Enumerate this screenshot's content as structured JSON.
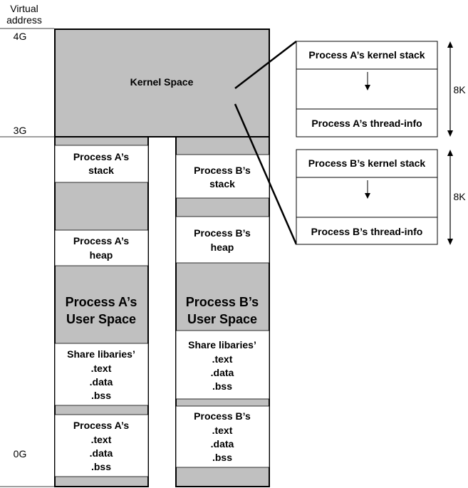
{
  "axis": {
    "title_line1": "Virtual",
    "title_line2": "address",
    "tick_4g": "4G",
    "tick_3g": "3G",
    "tick_0g": "0G"
  },
  "kernel": {
    "label": "Kernel Space"
  },
  "process_a": {
    "stack_line1": "Process A’s",
    "stack_line2": "stack",
    "heap_line1": "Process A’s",
    "heap_line2": "heap",
    "user_line1": "Process A’s",
    "user_line2": "User Space",
    "shlib_line1": "Share libaries’",
    "shlib_line2": ".text",
    "shlib_line3": ".data",
    "shlib_line4": ".bss",
    "text_line1": "Process A’s",
    "text_line2": ".text",
    "text_line3": ".data",
    "text_line4": ".bss"
  },
  "process_b": {
    "stack_line1": "Process B’s",
    "stack_line2": "stack",
    "heap_line1": "Process B’s",
    "heap_line2": "heap",
    "user_line1": "Process B’s",
    "user_line2": "User Space",
    "shlib_line1": "Share libaries’",
    "shlib_line2": ".text",
    "shlib_line3": ".data",
    "shlib_line4": ".bss",
    "text_line1": "Process B’s",
    "text_line2": ".text",
    "text_line3": ".data",
    "text_line4": ".bss"
  },
  "kstack_a": {
    "top_label": "Process A’s kernel stack",
    "bottom_label": "Process A’s thread-info",
    "size_label": "8K"
  },
  "kstack_b": {
    "top_label": "Process B’s kernel stack",
    "bottom_label": "Process B’s thread-info",
    "size_label": "8K"
  },
  "colors": {
    "shaded": "#c0c0c0",
    "white": "#ffffff",
    "line": "#000000"
  }
}
